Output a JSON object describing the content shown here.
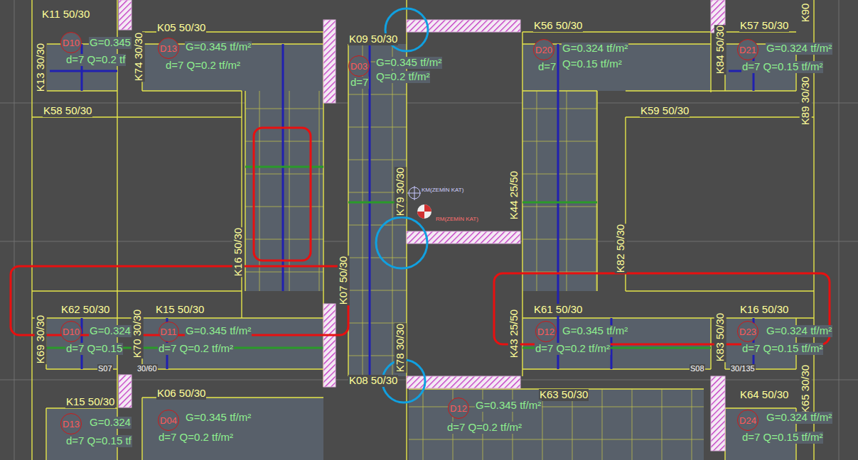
{
  "diagram": {
    "nodes": [
      {
        "text": [
          "D10"
        ]
      },
      {
        "text": [
          "D13"
        ]
      },
      {
        "text": [
          "D03"
        ]
      },
      {
        "text": [
          "D20"
        ]
      },
      {
        "text": [
          "D21"
        ]
      },
      {
        "text": [
          "D10"
        ]
      },
      {
        "text": [
          "D11"
        ]
      },
      {
        "text": [
          "D12"
        ]
      },
      {
        "text": [
          "D23"
        ]
      },
      {
        "text": [
          "D13"
        ]
      },
      {
        "text": [
          "D04"
        ]
      },
      {
        "text": [
          "D12"
        ]
      },
      {
        "text": [
          "D24"
        ]
      }
    ],
    "labels": [
      "K11 50/30",
      "K05 50/30",
      "K09 50/30",
      "K56 50/30",
      "K57 50/30",
      "K90",
      "K13 30/30",
      "K74 30/30",
      "G=0.345",
      "d=7 Q=0.2 tf",
      "G=0.345 tf/m²",
      "d=7 Q=0.2 tf/m²",
      "G=0.345 tf/m²",
      "d=7",
      "Q=0.2 tf/m²",
      "G=0.324 tf/m²",
      "d=7",
      "Q=0.15 tf/m²",
      "G=0.324 tf/m²",
      "d=7 Q=0.15 tf/m²",
      "K84 50/30",
      "K89 30/30",
      "K58 50/30",
      "K59 50/30",
      "KM(ZEMİN KAT)",
      "RM(ZEMİN KAT)",
      "K79 30/30",
      "K44 25/50",
      "K16 50/30",
      "K82 50/30",
      "K07 50/30",
      "K62 50/30",
      "K15 50/30",
      "K61 50/30",
      "K16 50/30",
      "K69 30/30",
      "K70 30/30",
      "G=0.324",
      "d=7 Q=0.15",
      "G=0.345 tf/m²",
      "d=7 Q=0.2 tf/m²",
      "K43 25/50",
      "G=0.345 tf/m²",
      "d=7 Q=0.2 tf/m²",
      "K83 50/30",
      "G=0.324 tf/m²",
      "d=7 Q=0.15 tf/m²",
      "K65 30/30",
      "S07",
      "30/60",
      "K78 30/30",
      "S08",
      "30/135",
      "K08 50/30",
      "K06 50/30",
      "K63 50/30",
      "K64 50/30",
      "K15 50/30",
      "G=0.324",
      "d=7 Q=0.15 tf",
      "G=0.345 tf/m²",
      "d=7 Q=0.2 tf/m²",
      "G=0.345 tf/m²",
      "d=7 Q=0.2 tf/m²",
      "G=0.324 tf/m²",
      "d=7 Q=0.15 tf/m²"
    ]
  }
}
